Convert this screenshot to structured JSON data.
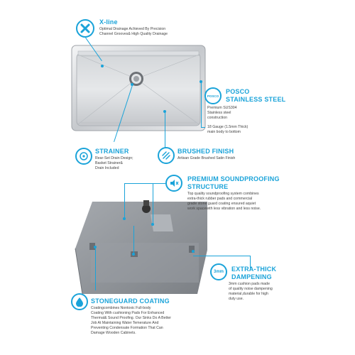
{
  "features": {
    "xline": {
      "icon": "x-icon",
      "title": "X-line",
      "lines": [
        "Optimal Drainage Achieved By Precision",
        "Channel Grooves& High Quality Drainage"
      ]
    },
    "posco": {
      "icon": "posco-badge-icon",
      "badge_text": "POSCO",
      "title_lines": [
        "POSCO",
        "STAINLESS STEEL"
      ],
      "lines": [
        "Premium SUS304",
        "Stainless steel",
        "construction",
        "",
        "18 Gauge (1.5mm Thick)",
        "main body to bottom"
      ]
    },
    "strainer": {
      "icon": "strainer-icon",
      "title": "STRAINER",
      "lines": [
        "Rear-Set Drain Design;",
        "Basket Strainer&",
        "Drain Included"
      ]
    },
    "brushed": {
      "icon": "brushed-lines-icon",
      "title": "BRUSHED FINISH",
      "lines": [
        "Artisan Grade Brushed Satin Finish"
      ]
    },
    "soundproof": {
      "icon": "speaker-mute-icon",
      "title_lines": [
        "PREMIUM SOUNDPROOFING",
        "STRUCTURE"
      ],
      "lines": [
        "Top quality soundproofing system combines",
        "extra-thick rubber pads and commercial",
        "grade stone guard coating ensured aquiet",
        "work spacewith less vibration and less noise."
      ]
    },
    "dampening": {
      "icon": "thickness-badge-icon",
      "badge_text": "3mm",
      "title_lines": [
        "EXTRA-THICK",
        "DAMPENING"
      ],
      "lines": [
        "3mm cushion pads made",
        "of quality noise dampening",
        "material,durable for high",
        "duty use."
      ]
    },
    "stoneguard": {
      "icon": "water-drop-icon",
      "title": "STONEGUARD COATING",
      "lines": [
        "Coatingcombines Nontoxic Full-body",
        "Coating With cushioning Pads For Enhanced",
        "Thermal& Sound Proofing. Our Sinks Do A Better",
        "Job At Maintaining Water Temerature And",
        "Preventing Condensate Formation That Can",
        "Damage Wooden Cabinets."
      ]
    }
  },
  "colors": {
    "accent": "#1aa3d9",
    "steel": "#c9ccd0",
    "coating": "#8e9297"
  }
}
